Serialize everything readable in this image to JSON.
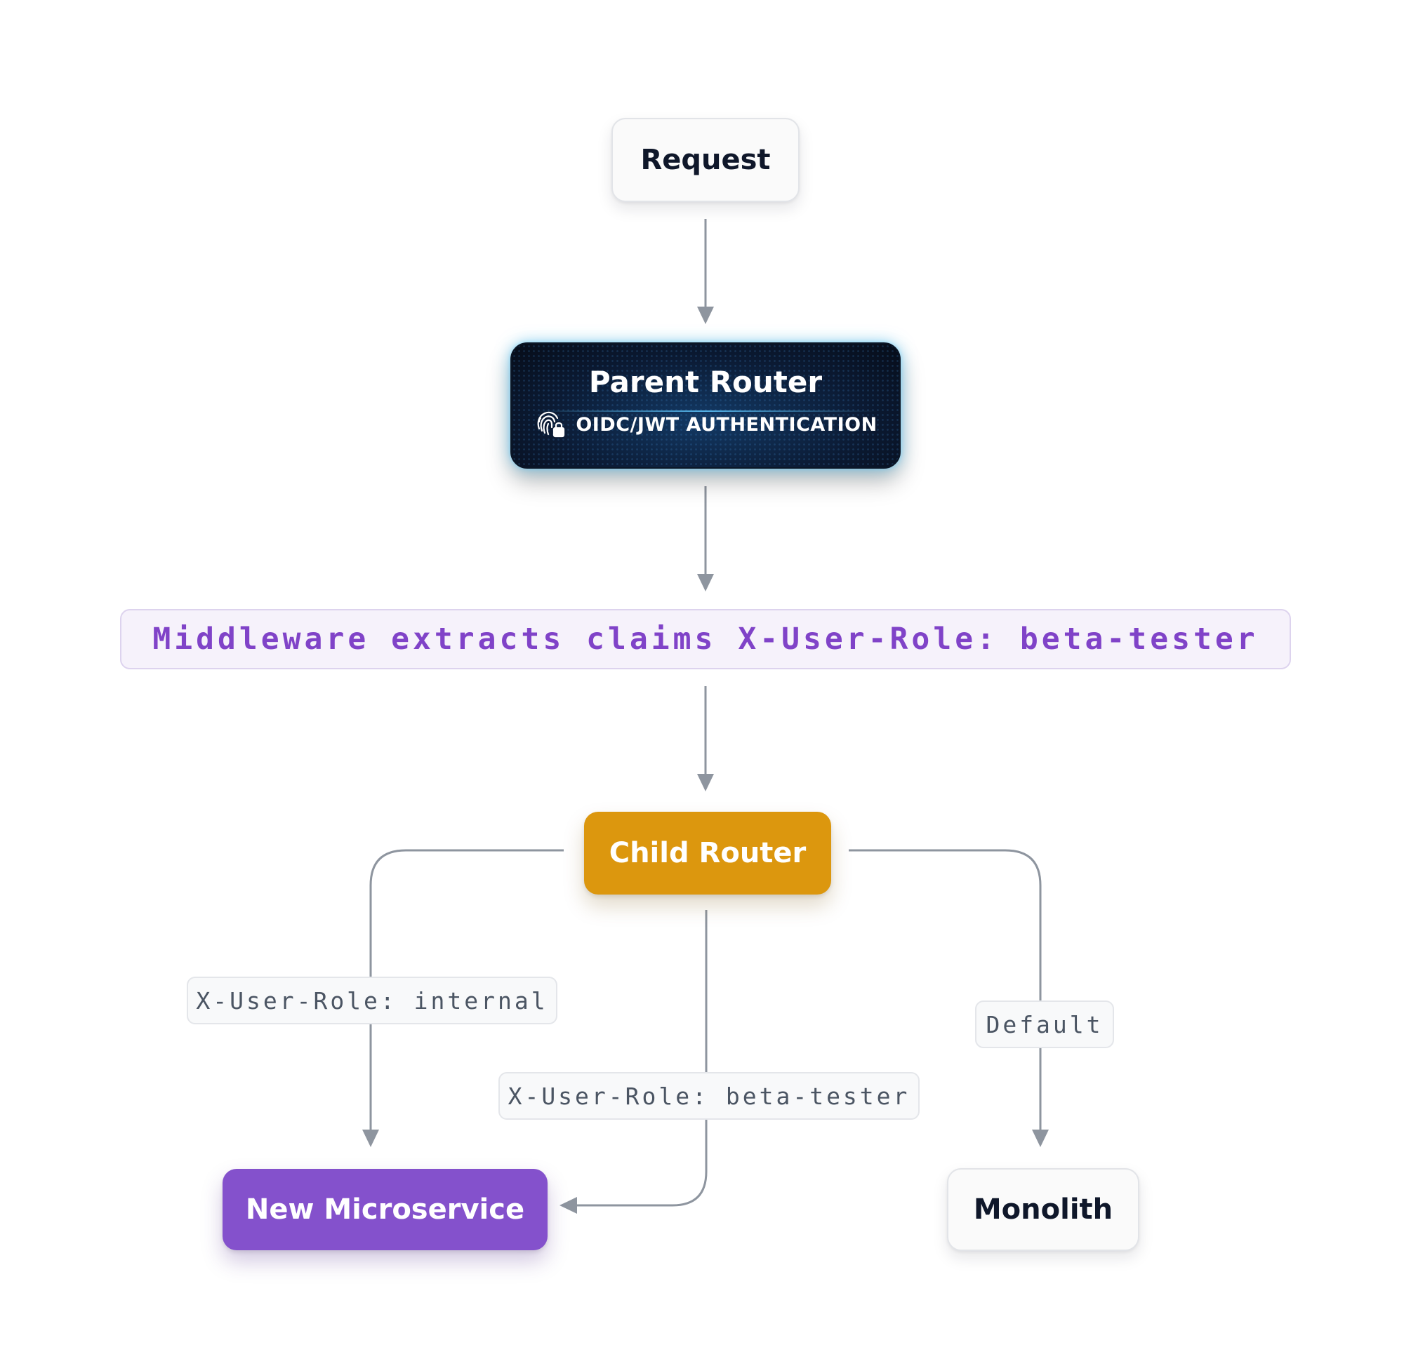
{
  "nodes": {
    "request": "Request",
    "parent_router": {
      "title": "Parent Router",
      "subtitle": "OIDC/JWT AUTHENTICATION"
    },
    "middleware": "Middleware extracts claims X-User-Role: beta-tester",
    "child_router": "Child Router",
    "new_microservice": "New Microservice",
    "monolith": "Monolith"
  },
  "edge_labels": {
    "internal": "X-User-Role: internal",
    "beta_tester": "X-User-Role: beta-tester",
    "default": "Default"
  },
  "icons": {
    "auth": "fingerprint-lock-icon"
  },
  "colors": {
    "connector": "#8e959f",
    "middleware_text": "#8043c8",
    "child_router": "#dc970e",
    "new_microservice": "#8451cc",
    "parent_router_glow": "#38bdf8"
  }
}
